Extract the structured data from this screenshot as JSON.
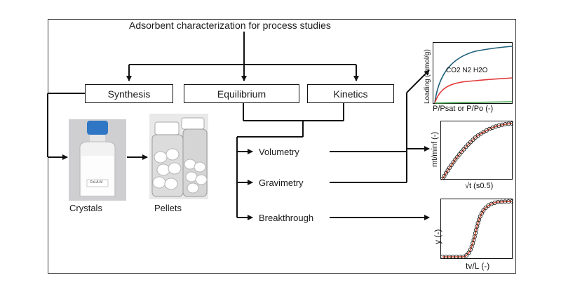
{
  "title": "Adsorbent characterization for process studies",
  "boxes": {
    "synthesis": "Synthesis",
    "equilibrium": "Equilibrium",
    "kinetics": "Kinetics"
  },
  "methods": {
    "volumetry": "Volumetry",
    "gravimetry": "Gravimetry",
    "breakthrough": "Breakthrough"
  },
  "photos": {
    "crystals": "Crystals",
    "pellets": "Pellets",
    "jar_label": "CoLA-M"
  },
  "plots": {
    "isotherm": {
      "ylabel": "Loading (mmol/g)",
      "xlabel": "P/Psat or P/Po (-)",
      "legend": "CO2 N2 H2O",
      "colors": {
        "co2": "#1f5f7a",
        "n2": "#e23a3a",
        "h2o": "#3fa34d"
      }
    },
    "uptake": {
      "ylabel": "mt/minf (-)",
      "xlabel": "√t (s0.5)"
    },
    "breakthrough": {
      "ylabel": "y (-)",
      "xlabel": "tv/L (-)"
    }
  }
}
